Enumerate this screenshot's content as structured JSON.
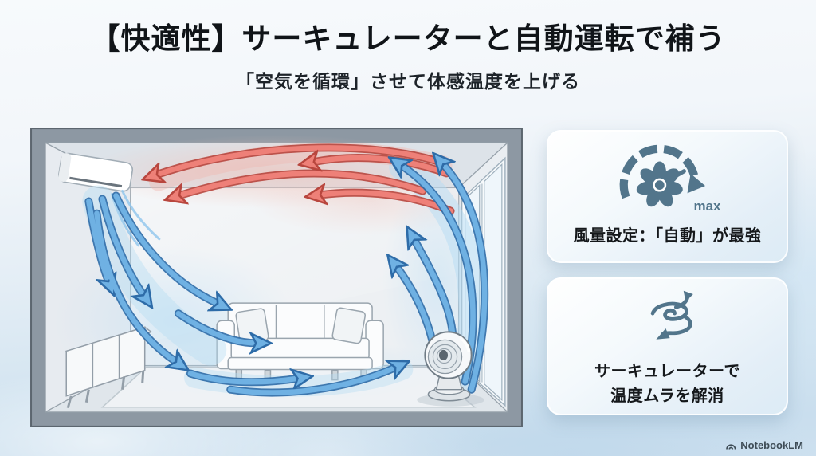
{
  "page": {
    "title": "【快適性】サーキュレーターと自動運転で補う",
    "subtitle": "「空気を循環」させて体感温度を上げる"
  },
  "cards": {
    "fan_speed": {
      "icon": "fan-max-gauge-icon",
      "max_label": "max",
      "text": "風量設定：「自動」が最強"
    },
    "circulator": {
      "icon": "cyclone-swirl-icon",
      "line1": "サーキュレーターで",
      "line2": "温度ムラを解消"
    }
  },
  "diagram": {
    "name": "room-air-circulation-illustration",
    "elements": [
      "air-conditioner",
      "warm-air-arrows",
      "cool-air-arrows",
      "sofa",
      "tv-stand",
      "rug",
      "window",
      "circulator-fan"
    ]
  },
  "footer": {
    "brand": "NotebookLM"
  },
  "colors": {
    "warm_air": "#e4756b",
    "warm_air_stroke": "#b8463e",
    "cool_air": "#6fb1e3",
    "cool_air_stroke": "#2e6ca8",
    "icon_slate": "#52758b",
    "frame_gray": "#8d98a3"
  }
}
